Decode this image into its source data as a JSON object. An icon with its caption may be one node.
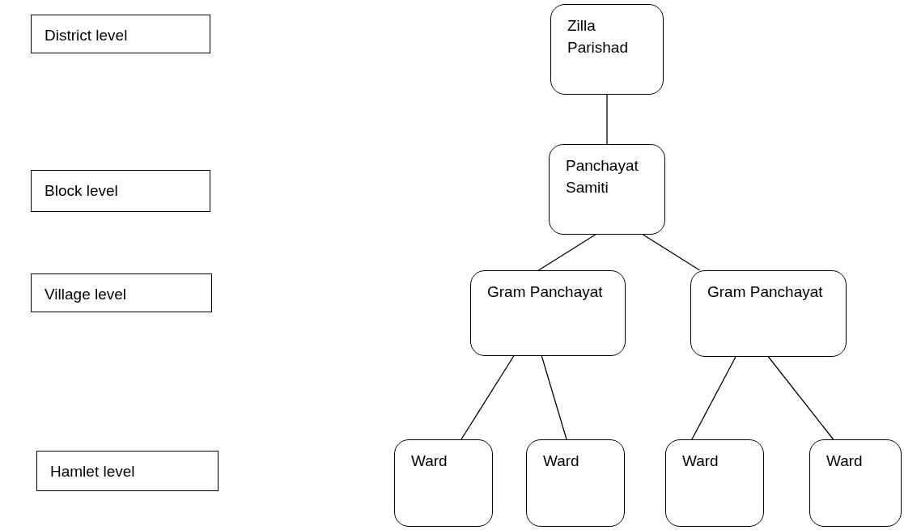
{
  "diagram": {
    "nodes": [
      {
        "text": [
          "District level"
        ]
      },
      {
        "text": [
          "Zilla Parishad"
        ]
      },
      {
        "text": [
          "Block level"
        ]
      },
      {
        "text": [
          "Panchayat Samiti"
        ]
      },
      {
        "text": [
          "Village level"
        ]
      },
      {
        "text": [
          "Gram Panchayat"
        ]
      },
      {
        "text": [
          "Gram Panchayat"
        ]
      },
      {
        "text": [
          "Hamlet level"
        ]
      },
      {
        "text": [
          "Ward"
        ]
      },
      {
        "text": [
          "Ward"
        ]
      },
      {
        "text": [
          "Ward"
        ]
      },
      {
        "text": [
          "Ward"
        ]
      }
    ],
    "edges": [
      {
        "from": 1,
        "to": 3,
        "arrow": "none"
      },
      {
        "from": 3,
        "to": 5,
        "arrow": "none"
      },
      {
        "from": 3,
        "to": 6,
        "arrow": "none"
      },
      {
        "from": 5,
        "to": 8,
        "arrow": "none"
      },
      {
        "from": 5,
        "to": 9,
        "arrow": "none"
      },
      {
        "from": 6,
        "to": 10,
        "arrow": "none"
      },
      {
        "from": 6,
        "to": 11,
        "arrow": "none"
      }
    ]
  }
}
